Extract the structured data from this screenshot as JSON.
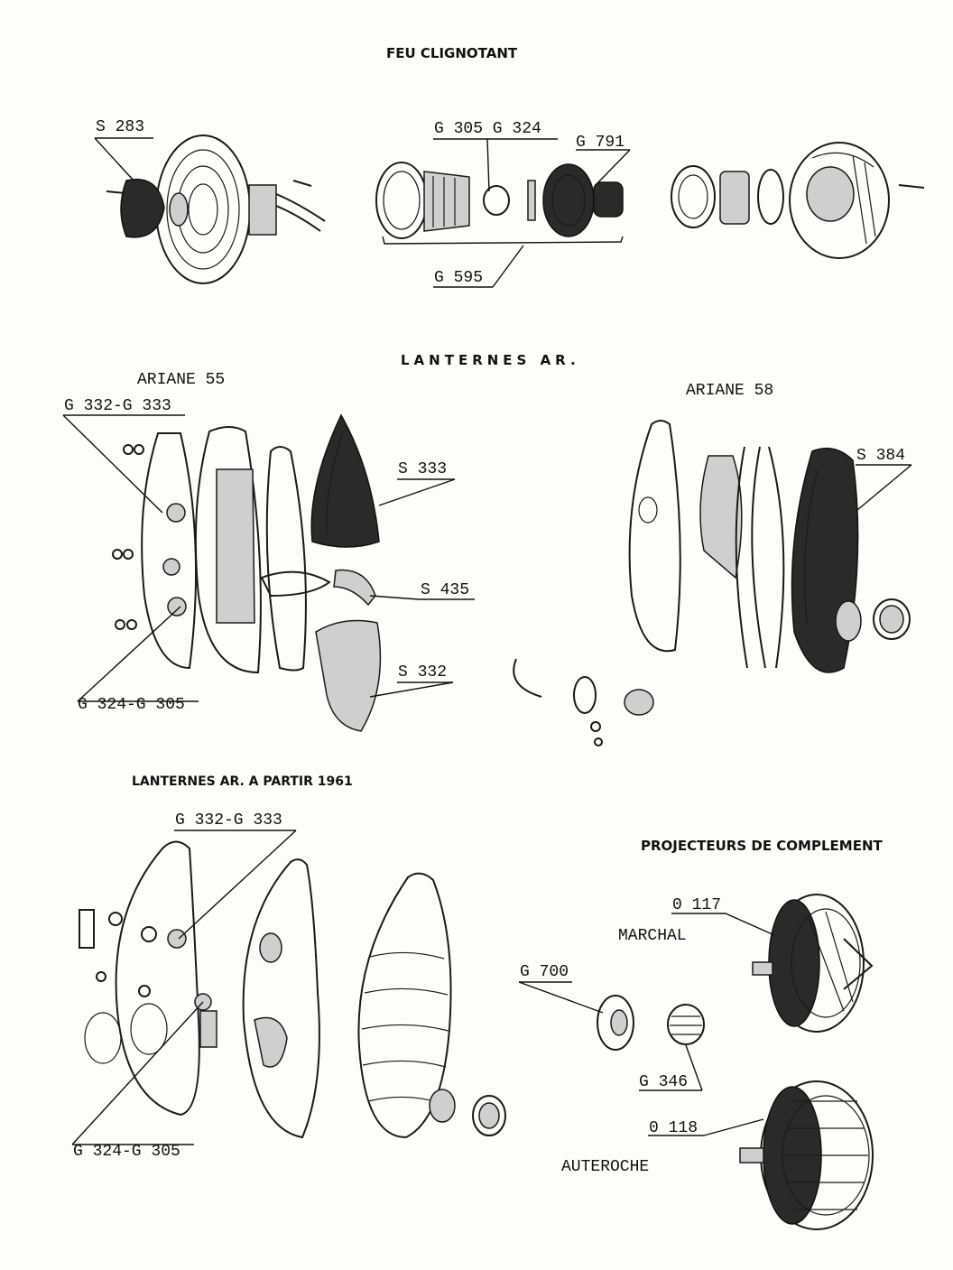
{
  "sections": {
    "feu_clignotant": "FEU CLIGNOTANT",
    "lanternes_ar": "LANTERNES   AR.",
    "lanternes_1961": "LANTERNES  AR. A  PARTIR  1961",
    "projecteurs": "PROJECTEURS DE COMPLEMENT"
  },
  "models": {
    "ariane55": "ARIANE 55",
    "ariane58": "ARIANE 58",
    "marchal": "MARCHAL",
    "auteroche": "AUTEROCHE"
  },
  "parts": {
    "s283": "S 283",
    "g305_g324": "G 305 G 324",
    "g791": "G 791",
    "g595": "G 595",
    "g332_g333_a": "G 332-G 333",
    "s333": "S 333",
    "s435": "S 435",
    "s332": "S 332",
    "g324_g305_a": "G 324-G 305",
    "s384": "S 384",
    "g332_g333_b": "G 332-G 333",
    "g324_g305_b": "G 324-G 305",
    "o117": "0 117",
    "g700": "G 700",
    "g346": "G 346",
    "o118": "0 118"
  }
}
